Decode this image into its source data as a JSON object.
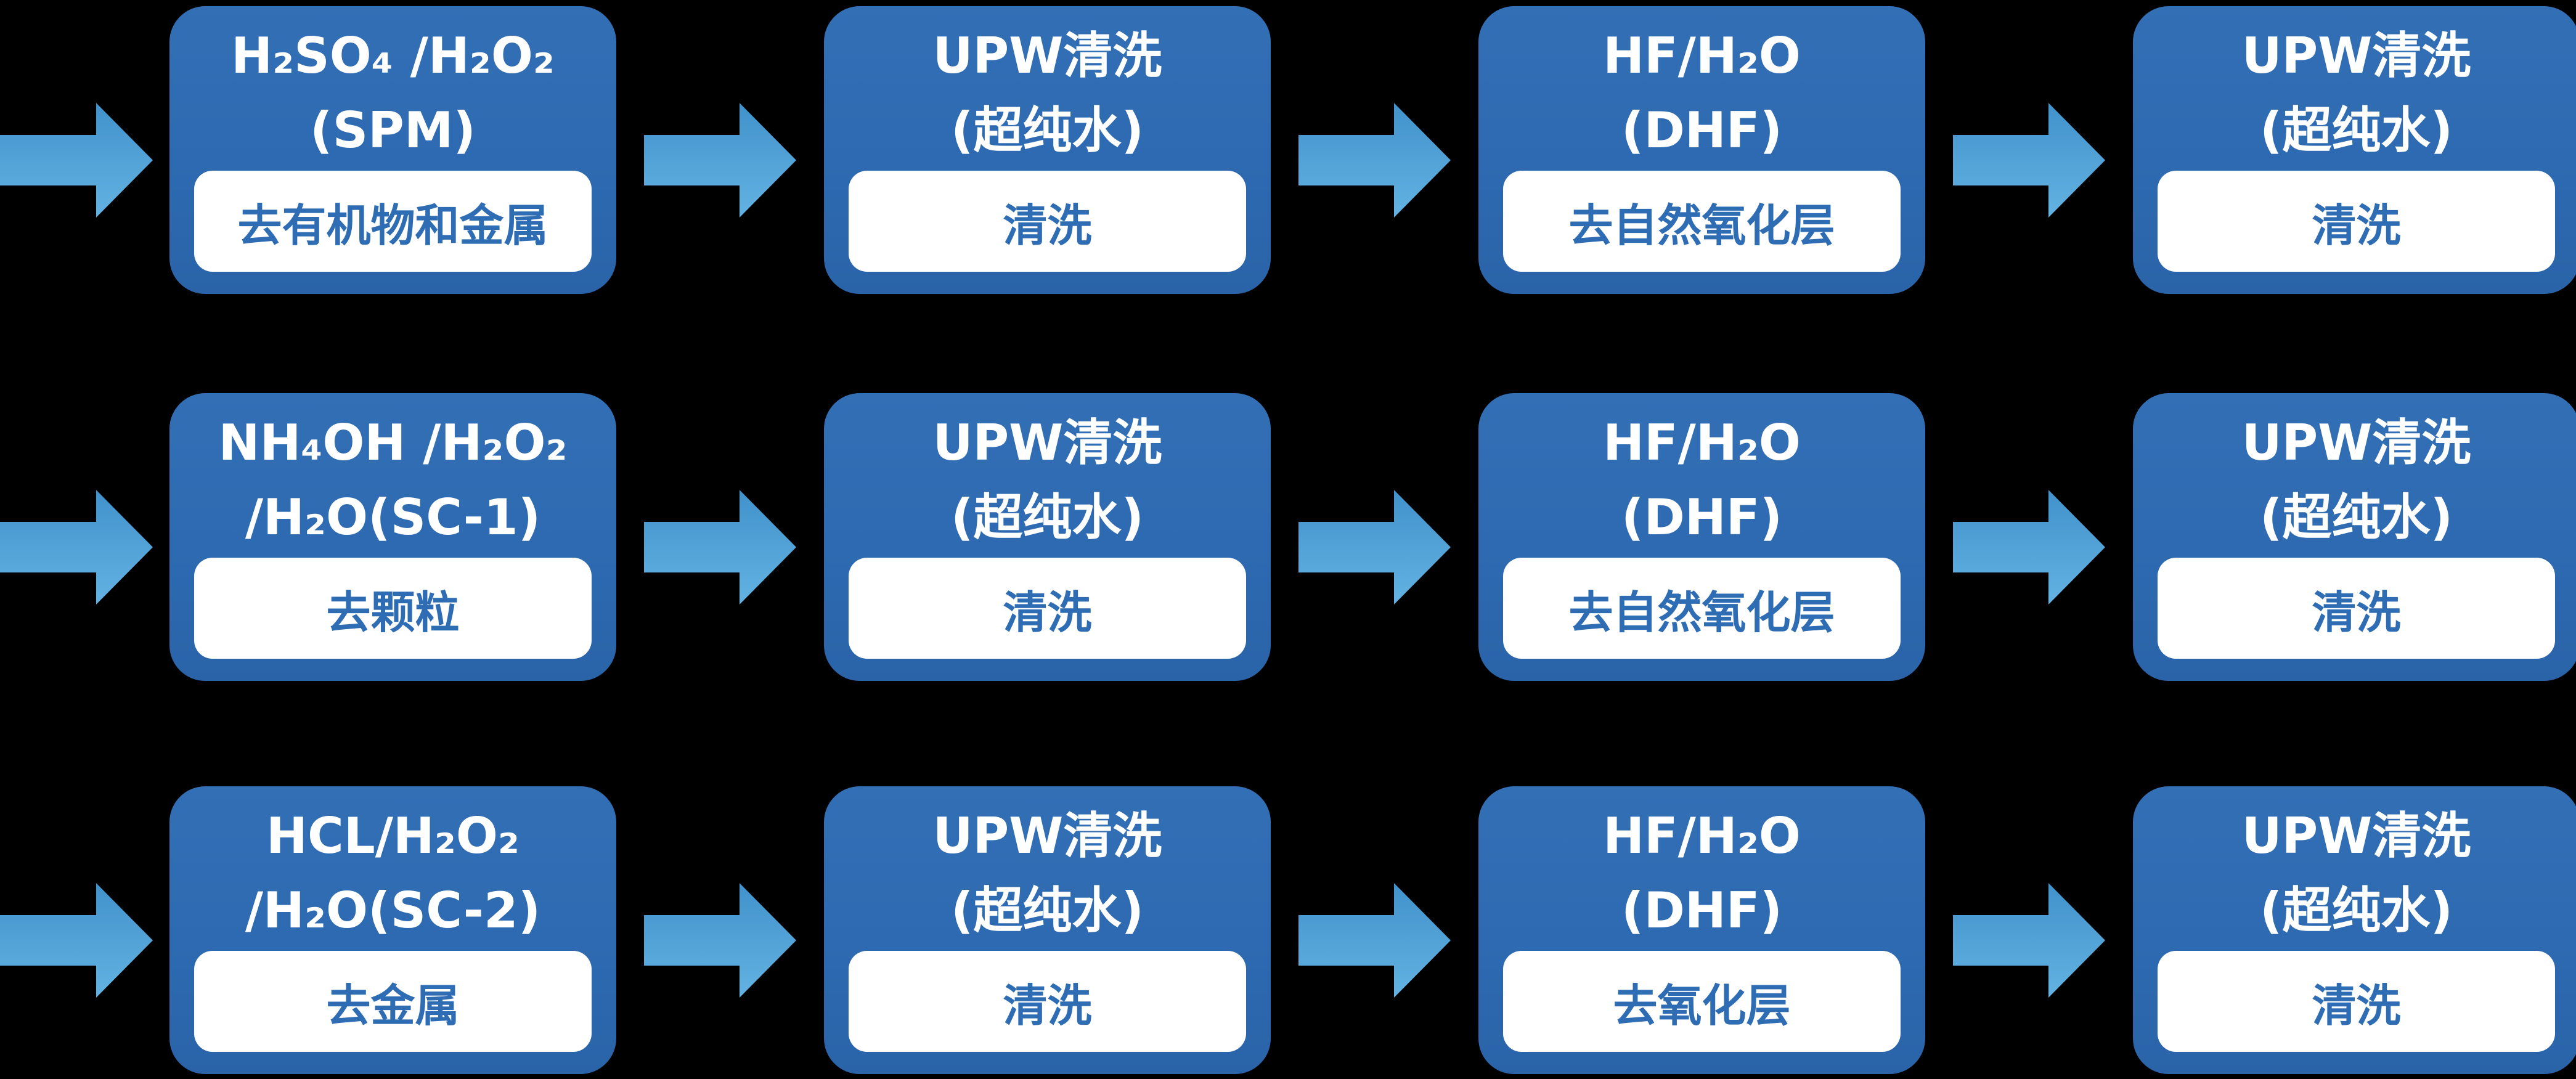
{
  "diagram": {
    "description_visible_text_only": true,
    "background_color": "#000000",
    "colors": {
      "box_blue_top": "#336fb5",
      "box_blue_bottom": "#2a63a8",
      "inner_box_bg": "#ffffff",
      "inner_label_text": "#2e6cb4",
      "title_text": "#ffffff",
      "arrow_gradient_top": "#4191cc",
      "arrow_gradient_bottom": "#63b2e3"
    },
    "icons": {
      "flow_arrow": "block-arrow-right"
    },
    "rows": [
      {
        "steps": [
          {
            "title_line1": "H₂SO₄ /H₂O₂",
            "title_line2": "(SPM)",
            "label": "去有机物和金属"
          },
          {
            "title_line1": "UPW清洗",
            "title_line2": "(超纯水)",
            "label": "清洗"
          },
          {
            "title_line1": "HF/H₂O",
            "title_line2": "(DHF)",
            "label": "去自然氧化层"
          },
          {
            "title_line1": "UPW清洗",
            "title_line2": "(超纯水)",
            "label": "清洗"
          }
        ]
      },
      {
        "steps": [
          {
            "title_line1": "NH₄OH /H₂O₂",
            "title_line2": "/H₂O(SC-1)",
            "label": "去颗粒"
          },
          {
            "title_line1": "UPW清洗",
            "title_line2": "(超纯水)",
            "label": "清洗"
          },
          {
            "title_line1": "HF/H₂O",
            "title_line2": "(DHF)",
            "label": "去自然氧化层"
          },
          {
            "title_line1": "UPW清洗",
            "title_line2": "(超纯水)",
            "label": "清洗"
          }
        ]
      },
      {
        "steps": [
          {
            "title_line1": "HCL/H₂O₂",
            "title_line2": "/H₂O(SC-2)",
            "label": "去金属"
          },
          {
            "title_line1": "UPW清洗",
            "title_line2": "(超纯水)",
            "label": "清洗"
          },
          {
            "title_line1": "HF/H₂O",
            "title_line2": "(DHF)",
            "label": "去氧化层"
          },
          {
            "title_line1": "UPW清洗",
            "title_line2": "(超纯水)",
            "label": "清洗"
          }
        ]
      }
    ]
  }
}
